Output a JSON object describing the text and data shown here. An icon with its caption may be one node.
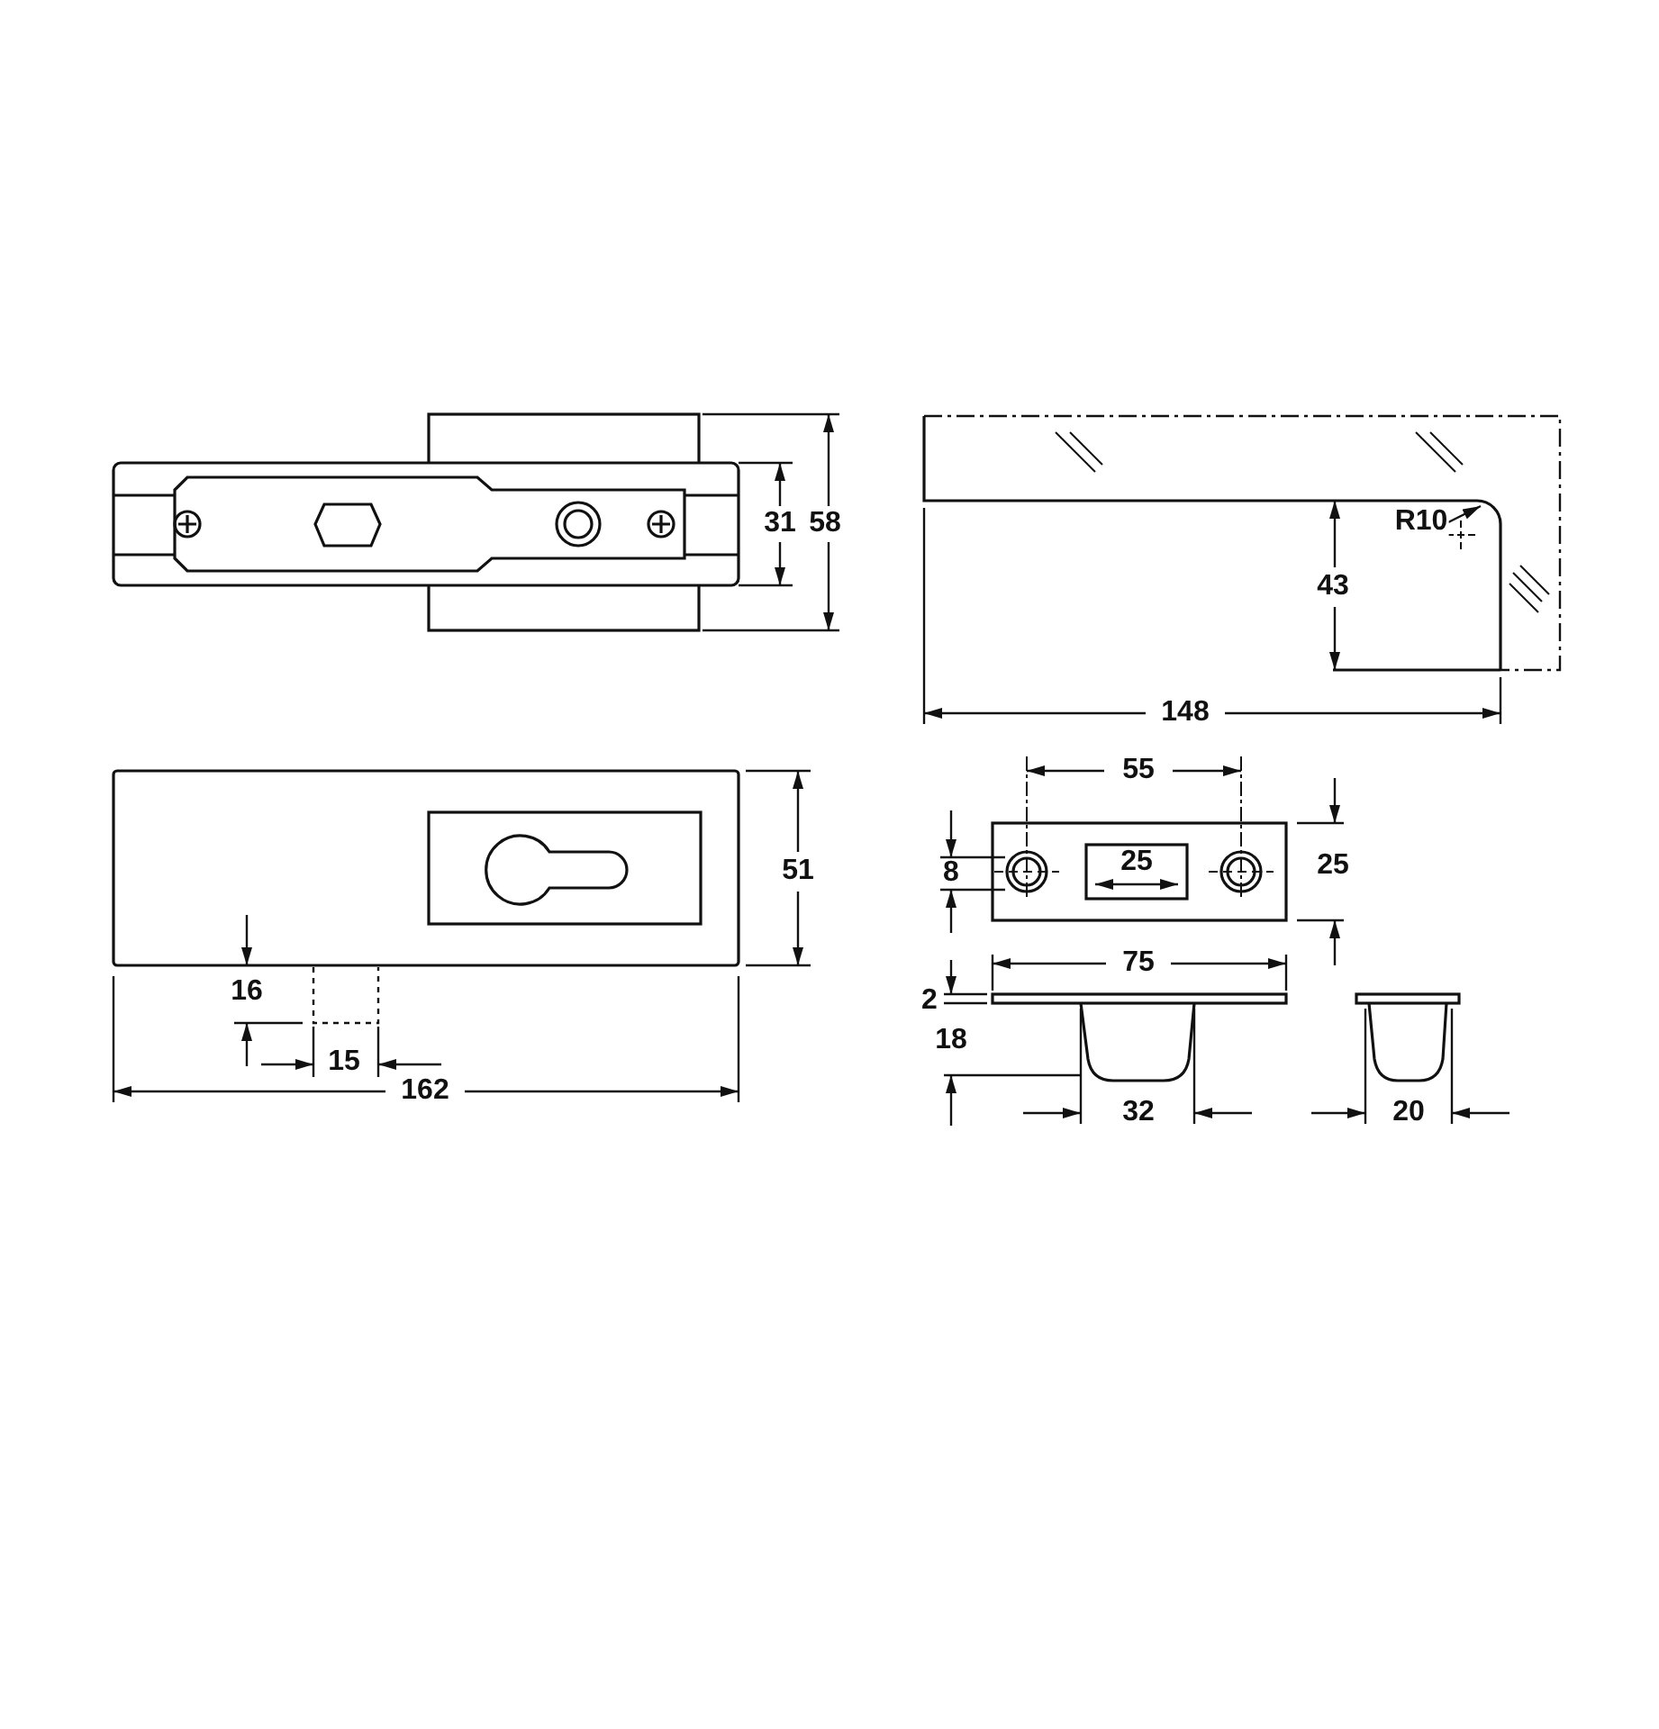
{
  "diagram": {
    "labels": [
      "31",
      "58",
      "R10",
      "43",
      "148",
      "51",
      "16",
      "15",
      "162",
      "55",
      "8",
      "25",
      "25",
      "75",
      "2",
      "18",
      "32",
      "20"
    ]
  }
}
